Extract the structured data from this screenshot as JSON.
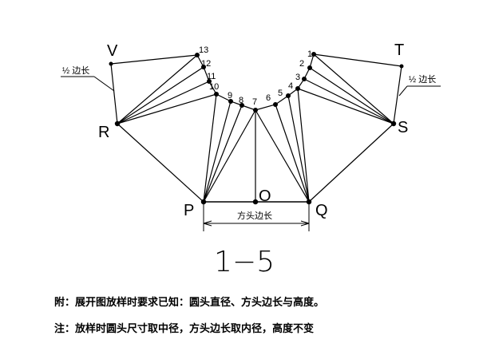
{
  "labels": {
    "V": "V",
    "T": "T",
    "R": "R",
    "S": "S",
    "P": "P",
    "Q": "Q",
    "O": "O",
    "half_side_left": "½ 边长",
    "half_side_right": "½ 边长",
    "square_side": "方头边长",
    "figure_number": "1−5"
  },
  "points": [
    "1",
    "2",
    "3",
    "4",
    "5",
    "6",
    "7",
    "8",
    "9",
    "10",
    "11",
    "12",
    "13"
  ],
  "notes": {
    "note1": "附：展开图放样时要求已知：圆头直径、方头边长与高度。",
    "note2": "注：放样时圆头尺寸取中径，方头边长取内径，高度不变"
  }
}
